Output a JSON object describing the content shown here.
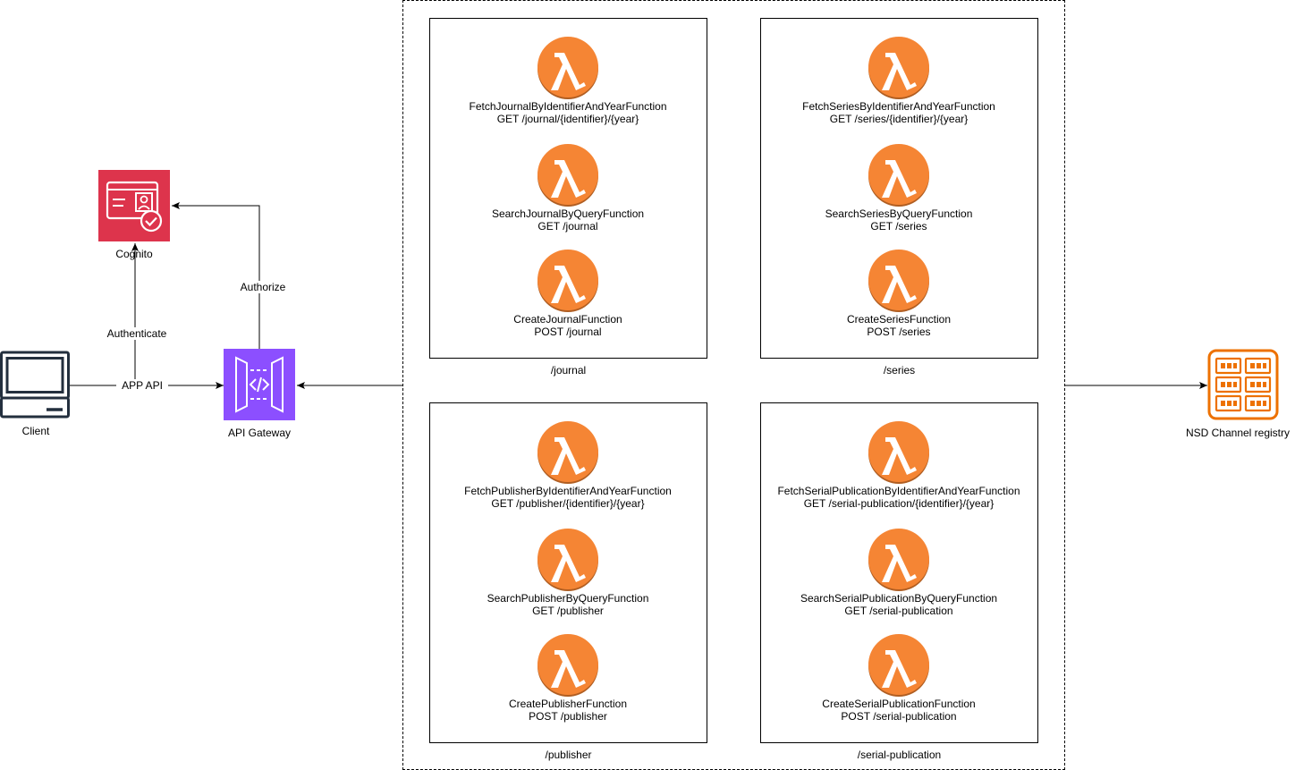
{
  "client": {
    "label": "Client",
    "icon": "desktop-monitor-icon"
  },
  "cognito": {
    "label": "Cognito",
    "icon": "cognito-identity-card-icon",
    "color": "#dd344c"
  },
  "api_gateway": {
    "label": "API Gateway",
    "icon": "api-gateway-icon",
    "color": "#8c4fff"
  },
  "registry": {
    "label": "NSD Channel registry",
    "icon": "server-rack-icon",
    "color": "#ed7100"
  },
  "lambda_color": "#f58534",
  "edges": {
    "app_api": "APP API",
    "authenticate": "Authenticate",
    "authorize": "Authorize"
  },
  "groups": [
    {
      "label": "/journal",
      "functions": [
        {
          "name": "FetchJournalByIdentifierAndYearFunction",
          "route": "GET /journal/{identifier}/{year}"
        },
        {
          "name": "SearchJournalByQueryFunction",
          "route": "GET /journal"
        },
        {
          "name": "CreateJournalFunction",
          "route": "POST /journal"
        }
      ]
    },
    {
      "label": "/series",
      "functions": [
        {
          "name": "FetchSeriesByIdentifierAndYearFunction",
          "route": "GET /series/{identifier}/{year}"
        },
        {
          "name": "SearchSeriesByQueryFunction",
          "route": "GET /series"
        },
        {
          "name": "CreateSeriesFunction",
          "route": "POST /series"
        }
      ]
    },
    {
      "label": "/publisher",
      "functions": [
        {
          "name": "FetchPublisherByIdentifierAndYearFunction",
          "route": "GET /publisher/{identifier}/{year}"
        },
        {
          "name": "SearchPublisherByQueryFunction",
          "route": "GET /publisher"
        },
        {
          "name": "CreatePublisherFunction",
          "route": "POST /publisher"
        }
      ]
    },
    {
      "label": "/serial-publication",
      "functions": [
        {
          "name": "FetchSerialPublicationByIdentifierAndYearFunction",
          "route": "GET /serial-publication/{identifier}/{year}"
        },
        {
          "name": "SearchSerialPublicationByQueryFunction",
          "route": "GET /serial-publication"
        },
        {
          "name": "CreateSerialPublicationFunction",
          "route": "POST /serial-publication"
        }
      ]
    }
  ]
}
